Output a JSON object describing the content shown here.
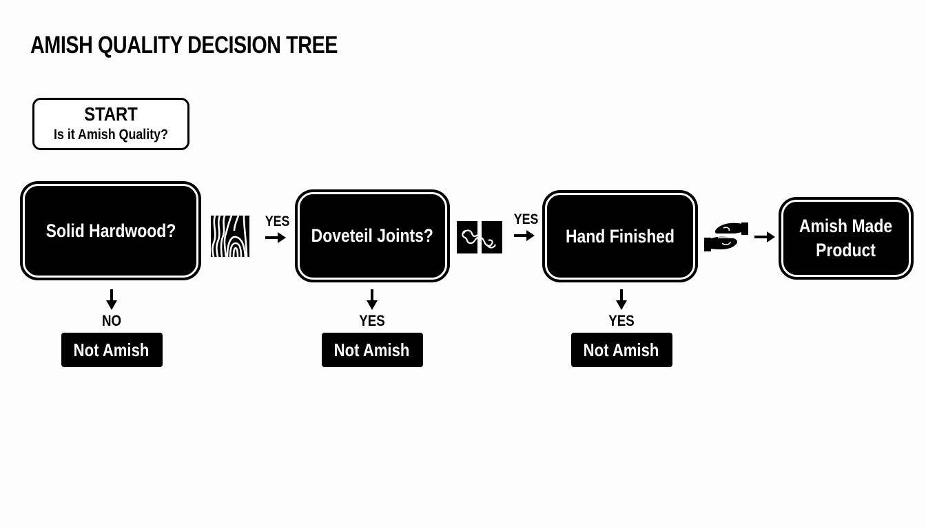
{
  "title": "AMISH QUALITY DECISION TREE",
  "start": {
    "heading": "START",
    "question": "Is it Amish Quality?"
  },
  "nodes": [
    {
      "id": "solid-hardwood",
      "label": "Solid Hardwood?",
      "icon": "wood-grain-icon",
      "next_label": "YES",
      "branch_label": "NO",
      "branch_outcome": "Not Amish"
    },
    {
      "id": "dovetail-joints",
      "label": "Doveteil Joints?",
      "icon": "dovetail-joint-icon",
      "next_label": "YES",
      "branch_label": "YES",
      "branch_outcome": "Not Amish"
    },
    {
      "id": "hand-finished",
      "label": "Hand Finished",
      "icon": "hands-icon",
      "next_label": "",
      "branch_label": "YES",
      "branch_outcome": "Not Amish"
    }
  ],
  "final": {
    "line1": "Amish Made",
    "line2": "Product"
  },
  "colors": {
    "background": "#fdfdfd",
    "node_fill": "#000000",
    "node_text": "#ffffff"
  }
}
